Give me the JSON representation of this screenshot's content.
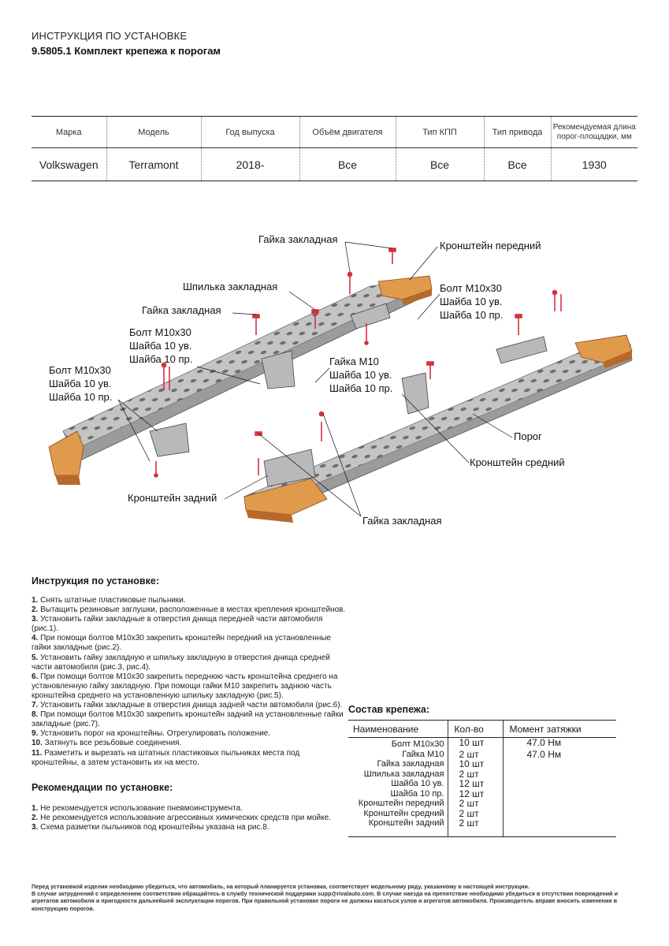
{
  "header": {
    "title": "ИНСТРУКЦИЯ ПО УСТАНОВКЕ",
    "subtitle": "9.5805.1 Комплект крепежа к порогам"
  },
  "vehicle_table": {
    "headers": [
      "Марка",
      "Модель",
      "Год выпуска",
      "Объём двигателя",
      "Тип КПП",
      "Тип привода",
      "Рекомендуемая длина порог-площадки, мм"
    ],
    "row": [
      "Volkswagen",
      "Terramont",
      "2018-",
      "Все",
      "Все",
      "Все",
      "1930"
    ]
  },
  "diagram_labels": {
    "nut_top": "Гайка закладная",
    "bracket_front": "Кронштейн передний",
    "stud": "Шпилька закладная",
    "nut_left": "Гайка закладная",
    "bolt_right_1": "Болт М10х30",
    "bolt_right_2": "Шайба 10 ув.",
    "bolt_right_3": "Шайба 10 пр.",
    "bolt_mid_1": "Болт М10х30",
    "bolt_mid_2": "Шайба 10 ув.",
    "bolt_mid_3": "Шайба 10 пр.",
    "nut_m10_1": "Гайка М10",
    "nut_m10_2": "Шайба 10 ув.",
    "nut_m10_3": "Шайба 10 пр.",
    "bolt_left_1": "Болт М10х30",
    "bolt_left_2": "Шайба 10 ув.",
    "bolt_left_3": "Шайба 10 пр.",
    "step": "Порог",
    "bracket_middle": "Кронштейн средний",
    "bracket_rear": "Кронштейн задний",
    "nut_bottom": "Гайка закладная"
  },
  "instructions": {
    "title": "Инструкция по установке:",
    "steps": [
      {
        "num": "1.",
        "text": "Снять штатные пластиковые пыльники."
      },
      {
        "num": "2.",
        "text": "Вытащить резиновые заглушки, расположенные в местах крепления кронштейнов."
      },
      {
        "num": "3.",
        "text": "Установить гайки закладные  в отверстия днища передней части автомобиля (рис.1)."
      },
      {
        "num": "4.",
        "text": "При помощи болтов М10х30 закрепить кронштейн передний на установленные гайки закладные (рис.2)."
      },
      {
        "num": "5.",
        "text": "Установить гайку закладную и шпильку закладную в отверстия днища средней части автомобиля (рис.3, рис.4)."
      },
      {
        "num": "6.",
        "text": "При помощи болтов М10х30 закрепить переднюю часть кронштейна среднего на установленную гайку закладную. При помощи гайки М10 закрепить заднюю часть кронштейна среднего на установленную шпильку закладную (рис.5)."
      },
      {
        "num": "7.",
        "text": "Установить гайки закладные  в отверстия днища задней части автомобиля (рис.6)."
      },
      {
        "num": "8.",
        "text": "При помощи болтов М10х30 закрепить кронштейн задний на установленные гайки закладные (рис.7)."
      },
      {
        "num": "9.",
        "text": "Установить порог на кронштейны. Отрегулировать положение."
      },
      {
        "num": "10.",
        "text": "Затянуть все резьбовые соединения."
      },
      {
        "num": "11.",
        "text": "Разметить и вырезать на штатных пластиковых пыльниках места под кронштейны, а затем установить их на место."
      }
    ]
  },
  "recommendations": {
    "title": "Рекомендации по установке:",
    "items": [
      {
        "num": "1.",
        "text": "Не рекомендуется использование пневмоинструмента."
      },
      {
        "num": "2.",
        "text": "Не рекомендуется использование агрессивных химических средств при мойке."
      },
      {
        "num": "3.",
        "text": "Схема разметки пыльников под кронштейны указана на рис.8."
      }
    ]
  },
  "parts": {
    "title": "Состав крепежа:",
    "headers": [
      "Наименование",
      "Кол-во",
      "Момент затяжки"
    ],
    "rows": [
      [
        "Болт М10х30",
        "10 шт",
        "47.0 Нм"
      ],
      [
        "Гайка М10",
        "2 шт",
        "47.0 Нм"
      ],
      [
        "Гайка закладная",
        "10 шт",
        ""
      ],
      [
        "Шпилька закладная",
        "2 шт",
        ""
      ],
      [
        "Шайба 10 ув.",
        "12 шт",
        ""
      ],
      [
        "Шайба 10 пр.",
        "12 шт",
        ""
      ],
      [
        "Кронштейн передний",
        "2 шт",
        ""
      ],
      [
        "Кронштейн средний",
        "2 шт",
        ""
      ],
      [
        "Кронштейн задний",
        "2 шт",
        ""
      ]
    ]
  },
  "footnote": {
    "line1": "Перед установкой изделия необходимо убедиться, что автомобиль, на который планируется установка, соответствует модельному ряду, указанному в настоящей инструкции.",
    "line2": "В случае затруднений с определением соответствия обращайтесь в службу технической поддержки supp@rivalauto.com. В случае наезда на препятствие необходимо убедиться в отсутствии повреждений и агрегатов автомобиля и пригодности дальнейшей эксплуатации порогов. При правильной установке пороги не должны касаться узлов и агрегатов автомобиля. Производитель вправе вносить изменения в конструкцию порогов."
  },
  "colors": {
    "end_cap": "#e09a4c",
    "end_cap_dark": "#b8692a",
    "step_body": "#9b9b9b",
    "step_top": "#c4c4c4",
    "hole": "#6e6e6e",
    "fastener": "#d63040"
  }
}
